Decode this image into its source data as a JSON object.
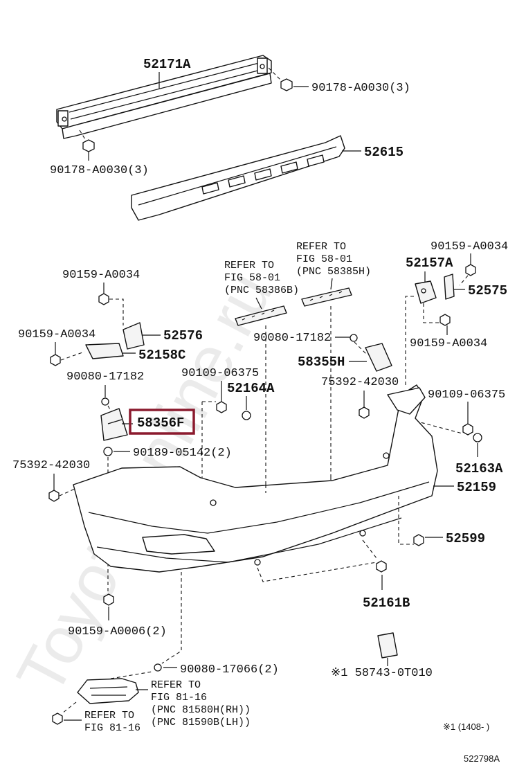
{
  "watermark": "ToyotaOnline.ru",
  "labels": {
    "p52171A": "52171A",
    "b9017830_top": "90178-A0030(3)",
    "b9017830_left": "90178-A0030(3)",
    "p52615": "52615",
    "ref58_01_b_l1": "REFER TO",
    "ref58_01_b_l2": "FIG 58-01",
    "ref58_01_b_l3": "(PNC 58386B)",
    "ref58_01_h_l1": "REFER TO",
    "ref58_01_h_l2": "FIG 58-01",
    "ref58_01_h_l3": "(PNC 58385H)",
    "b90159_A0034_top_r": "90159-A0034",
    "p52157A": "52157A",
    "p52575": "52575",
    "b90159_A0034_r2": "90159-A0034",
    "b90159_A0034_left1": "90159-A0034",
    "b90159_A0034_left2": "90159-A0034",
    "p52576": "52576",
    "p52158C": "52158C",
    "b90080_17182_mid": "90080-17182",
    "p58355H": "58355H",
    "b90080_17182_left": "90080-17182",
    "b90109_06375_left": "90109-06375",
    "p52164A": "52164A",
    "b75392_42030_right": "75392-42030",
    "b90109_06375_right": "90109-06375",
    "p58356F": "58356F",
    "b90189_05142": "90189-05142(2)",
    "b75392_42030_left": "75392-42030",
    "p52163A": "52163A",
    "p52159": "52159",
    "p52599": "52599",
    "p52161B": "52161B",
    "b90159_A0006": "90159-A0006(2)",
    "b90080_17066": "90080-17066(2)",
    "p58743": "※1 58743-0T010",
    "ref81_16_a_l1": "REFER TO",
    "ref81_16_a_l2": "FIG 81-16",
    "ref81_16_pnc_rh": "(PNC 81580H(RH))",
    "ref81_16_pnc_lh": "(PNC 81590B(LH))",
    "ref81_16_b_l1": "REFER TO",
    "ref81_16_b_l2": "FIG 81-16",
    "footnote": "※1 (1408-    )",
    "diagram_id": "522798A"
  },
  "highlight": {
    "part": "58356F",
    "color": "#8b1a2e"
  }
}
